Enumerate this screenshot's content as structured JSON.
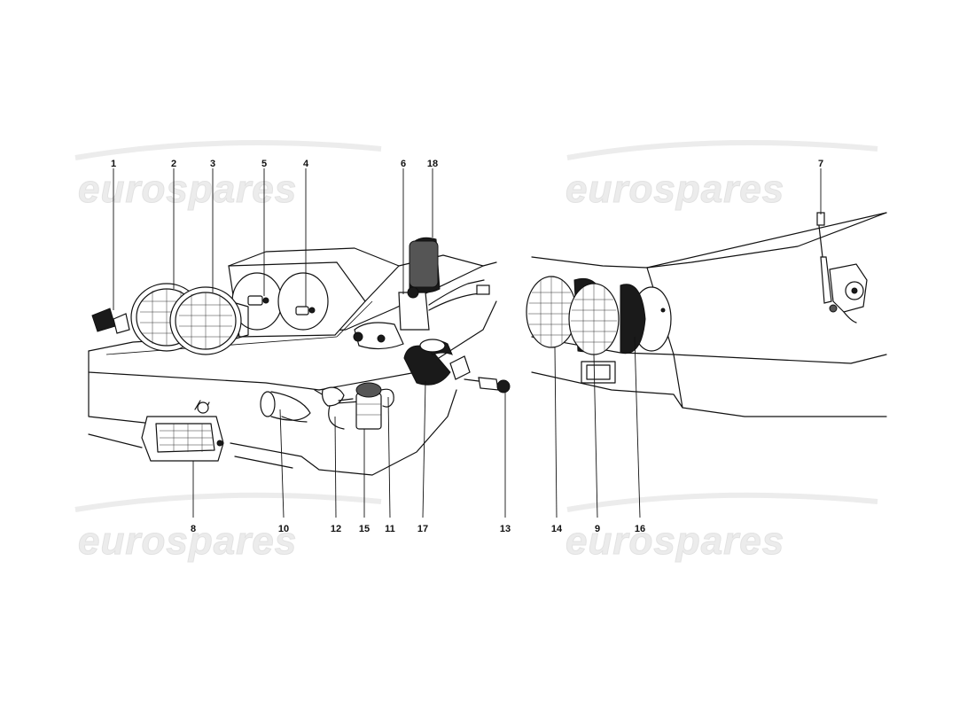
{
  "watermarks": [
    "eurospares",
    "eurospares",
    "eurospares",
    "eurospares"
  ],
  "callouts": {
    "c1": "1",
    "c2": "2",
    "c3": "3",
    "c4": "4",
    "c5": "5",
    "c6": "6",
    "c7": "7",
    "c8": "8",
    "c9": "9",
    "c10": "10",
    "c11": "11",
    "c12": "12",
    "c13": "13",
    "c14": "14",
    "c15": "15",
    "c16": "16",
    "c17": "17",
    "c18": "18"
  },
  "colors": {
    "ink": "#111111",
    "watermark": "#ececec",
    "background": "#ffffff"
  }
}
